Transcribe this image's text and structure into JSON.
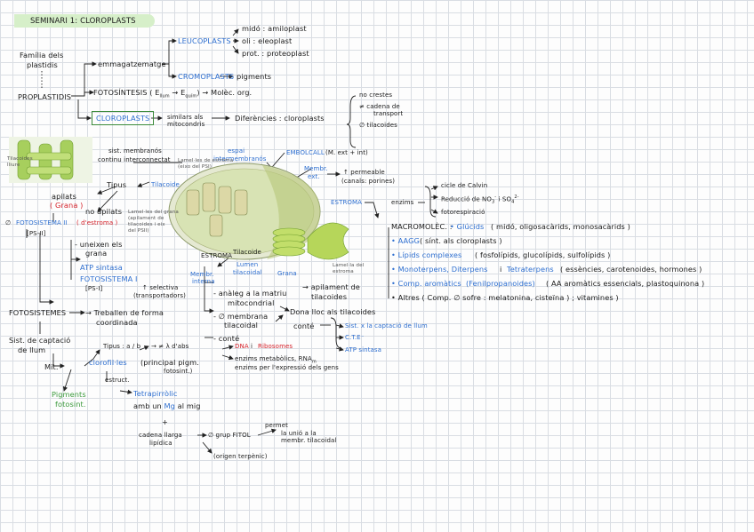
{
  "title": "SEMINARI 1: CLOROPLASTS",
  "col1": {
    "familia": "Família dels",
    "plastidis": "plastidis",
    "proplastidis": "PROPLASTIDIS"
  },
  "tree": {
    "emmagatzematge": "emmagatzematge",
    "leucoplasts": "LEUCOPLASTS",
    "midó": "midó : amiloplast",
    "oli": "oli : eleoplast",
    "prot": "prot. : proteoplast",
    "cromoplasts": "CROMOPLASTS",
    "pigments": "pigments",
    "fotosintesi_a": "FOTOSÍNTESIS ( E",
    "fotosintesi_sub1": "llum",
    "fotosintesi_b": "→ E",
    "fotosintesi_sub2": "quím",
    "fotosintesi_c": ") → Molèc. org.",
    "cloroplasts": "CLOROPLASTS",
    "similars": "similars als",
    "mitocondris": "mitocondris",
    "diferencies": "Diferències : cloroplasts",
    "dif1": "no crestes",
    "dif2": "≠ cadena de",
    "dif2b": "transport",
    "dif3": "∅ tilacoides"
  },
  "diagram": {
    "sist_membranos": "sist. membranós",
    "continu": "continu interconnectat",
    "espai": "espai",
    "intermembranos": "intermembranós",
    "embolcall": "EMBOLCALL",
    "embolcall_note": "(M. ext + int)",
    "membr_ext": "Membr.",
    "membr_ext2": "ext.",
    "permeable": "↑ permeable",
    "canals": "(canals: porines)",
    "tipus": "Tipus",
    "tilacoide": "Tilacoide",
    "apilats": "apilats",
    "grana": "( Grana )",
    "no_apilats": "no apilats",
    "fotosistema2": "FOTOSISTEMA II",
    "destroma": "( d'estroma )",
    "ps2": "[PS-II]",
    "absencia": "∅",
    "unelen": "- uneixen els",
    "grana2": "grana",
    "atp": "ATP sintasa",
    "ps1": "FOTOSISTEMA I",
    "ps1b": "[PS-I]",
    "membr_interna": "Membr.",
    "membr_interna2": "interna",
    "selectiva": "↑ selectiva",
    "transportadors": "(transportadors)",
    "estroma": "ESTROMA",
    "tilacoide2": "Tilacoide",
    "lumen": "Lumen",
    "tilacoidal": "tilacoidal",
    "grana3": "Grana",
    "apilament": "→ apilament de",
    "tilacoides": "tilacoides",
    "lab1": "Tilacoides",
    "lab1b": "lliure",
    "lab2": "Lamel·les de estroma",
    "lab2b": "(eixo del PSI)",
    "lab3": "Lamel·les del grana",
    "lab3b": "(apilament de",
    "lab3c": "tilacoides i eix",
    "lab3d": "del PSII)",
    "lab4": "Lamel·la del",
    "lab4b": "estroma"
  },
  "right": {
    "enzims": "enzims",
    "calvin": "cicle de Calvin",
    "reduccio": "Reducció de NO",
    "reduccio_b": "i SO",
    "fotorespiracio": "fotorespiració",
    "macromolec": "MACROMOLÈC. :",
    "glucids": "• Glúcids",
    "glucids_d": "( midó, oligosacàrids, monosacàrids )",
    "aagg": "• AAGG",
    "aagg_d": "( sínt. als cloroplasts )",
    "lipids": "• Lípids complexes",
    "lipids_d": "( fosfolípids, glucolípids, sulfolípids )",
    "mono": "• Monoterpens, Diterpens",
    "mono_i": "i",
    "tetra": "Tetraterpens",
    "tetra_d": "( essències, carotenoides, hormones )",
    "arom": "• Comp. aromàtics",
    "arom_b": "(Fenilpropanoides)",
    "arom_d": "( AA aromàtics essencials, plastoquinona )",
    "altres": "• Altres ( Comp. ∅ sofre : melatonina, cisteïna ) ; vitamines )"
  },
  "bottom": {
    "anàleg": "- anàleg a la matriu",
    "mitocondrial": "mitocondrial",
    "membrana": "- ∅ membrana",
    "tilacoidal": "tilacoidal",
    "dona": "Dona lloc als tilacoides",
    "conte": "conté",
    "sist_cap": "Sist. x la captació de llum",
    "cte": "C.T.E⁻",
    "atp2": "ATP sintasa",
    "conte2": "- conté",
    "dna": "DNA",
    "ribosomes": "Ribosomes",
    "dna_sep": "i",
    "enzims2": "enzims metabòlics, RNA",
    "enzims2_sub": "m",
    "enzims3": "enzims per l'expressió dels gens",
    "fotosistemes": "FOTOSISTEMES",
    "treballen": "→ Treballen de forma",
    "coordinada": "coordinada",
    "sist_captacio": "Sist. de captació",
    "de_llum": "de llum",
    "tipus_ab": "Tipus : a / b",
    "lambda": "→ ≠ λ d'abs",
    "mit": "Mit.",
    "clorofiles": "clorofil·les",
    "principal": "(principal pigm.",
    "fotosint": "fotosint.)",
    "pigments": "Pigments",
    "pigments2": "fotosint.",
    "estruct": "estruct.",
    "tetrapirrolic": "Tetrapirròlic",
    "amb": "amb un",
    "mg": "Mg",
    "amb2": "al mig",
    "plus": "+",
    "cadena": "cadena llarga",
    "lipidica": "lipídica",
    "grup": "∅ grup FITOL",
    "permet": "permet",
    "unio": "la unió a la",
    "membr": "membr. tilacoidal",
    "origen": "(origen terpènic)"
  },
  "colors": {
    "accent_blue": "#2e6fd0",
    "accent_red": "#d6222a",
    "accent_green": "#3c9a3c",
    "title_bg": "#d6efc9"
  }
}
